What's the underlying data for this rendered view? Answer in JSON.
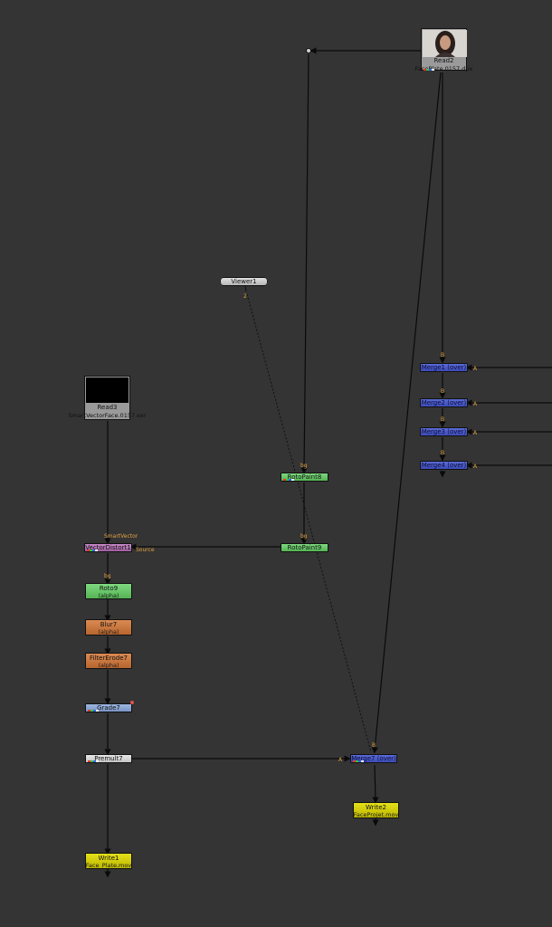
{
  "nodes": {
    "read2": {
      "name": "Read2",
      "file": "FacePlate.0157.dpx"
    },
    "read3": {
      "name": "Read3",
      "file": "SmartVectorFace.0157.exr"
    },
    "viewer1": {
      "name": "Viewer1",
      "input": "2"
    },
    "rotopaint8": {
      "name": "RotoPaint8",
      "input": "bg"
    },
    "rotopaint9": {
      "name": "RotoPaint9",
      "input": "bg"
    },
    "vectordistort1": {
      "name": "VectorDistort1",
      "input_smartvector": "SmartVector",
      "input_source": "Source"
    },
    "roto9": {
      "name": "Roto9",
      "sub": "(alpha)",
      "input": "bg"
    },
    "blur7": {
      "name": "Blur7",
      "sub": "(alpha)"
    },
    "filtererode7": {
      "name": "FilterErode7",
      "sub": "(alpha)"
    },
    "grade7": {
      "name": "Grade7"
    },
    "premult7": {
      "name": "Premult7"
    },
    "write1": {
      "name": "Write1",
      "file": "Face_Plate.mov"
    },
    "merge1": {
      "name": "Merge1 (over)",
      "input_b": "B",
      "input_a": "A"
    },
    "merge2": {
      "name": "Merge2 (over)",
      "input_b": "B",
      "input_a": "A"
    },
    "merge3": {
      "name": "Merge3 (over)",
      "input_b": "B",
      "input_a": "A"
    },
    "merge4": {
      "name": "Merge4 (over)",
      "input_b": "B",
      "input_a": "A"
    },
    "merge7": {
      "name": "Merge7 (over)",
      "input_b": "B",
      "input_a": "A"
    },
    "write2": {
      "name": "Write2",
      "file": "FaceProjet.mov"
    }
  },
  "colors": {
    "background": "#343434",
    "wire": "#0a0a0a",
    "input_label": "#e0a040",
    "merge": "#4a5bd0",
    "paint": "#6cc86c",
    "filter": "#c97540",
    "grade": "#8aa6d4",
    "write": "#d8d400",
    "distort": "#b878b8"
  }
}
